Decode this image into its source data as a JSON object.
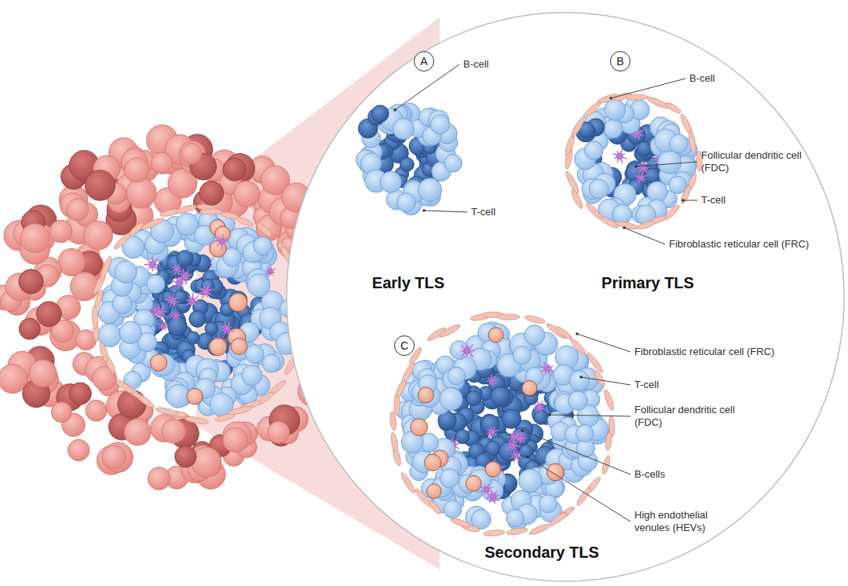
{
  "diagram": {
    "nodes": [
      {
        "text": [
          "A"
        ]
      },
      {
        "text": [
          "B"
        ]
      },
      {
        "text": [
          "C"
        ]
      }
    ],
    "labels": [
      "B-cell",
      "T-cell",
      "Early TLS",
      "B-cell",
      "Follicular dendritic cell (FDC)",
      "T-cell",
      "Fibroblastic reticular cell (FRC)",
      "Primary TLS",
      "Fibroblastic reticular cell (FRC)",
      "T-cell",
      "Follicular dendritic cell (FDC)",
      "B-cells",
      "High endothelial venules (HEVs)",
      "Secondary TLS"
    ]
  }
}
